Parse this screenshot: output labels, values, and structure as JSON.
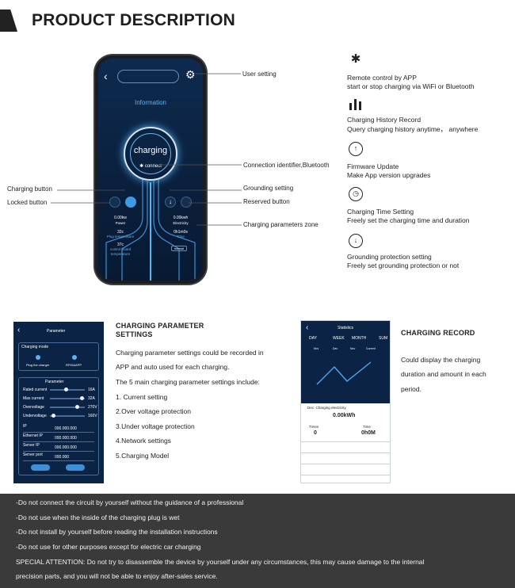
{
  "header": {
    "title": "PRODUCT DESCRIPTION"
  },
  "phone": {
    "screen_title": "Information",
    "center_label": "charging",
    "connect_label": "connect",
    "power_value": "0.00kw",
    "power_label": "Power",
    "electricity_value": "0.00kwh",
    "electricity_label": "Electricity",
    "plug_temp_value": "32c",
    "plug_temp_label": "Plug temperature",
    "time_value": "0h1m0s",
    "time_label": "Time",
    "board_temp_value": "37c",
    "board_temp_label": "control board temperature",
    "badge": "normal"
  },
  "callouts": {
    "user_setting": "User setting",
    "connection_identifier": "Connection identifier,Bluetooth",
    "grounding_setting": "Grounding setting",
    "reserved_button": "Reserved button",
    "charging_params_zone": "Charging parameters zone",
    "charging_button": "Charging button",
    "locked_button": "Locked button"
  },
  "features": [
    {
      "icon": "bluetooth-icon",
      "title": "Remote control by APP",
      "desc": "start or stop charging via WiFi or Bluetooth"
    },
    {
      "icon": "bar-chart-icon",
      "title": "Charging History Record",
      "desc": "Query charging history anytime， anywhere"
    },
    {
      "icon": "arrow-up-circle-icon",
      "title": "Firmware Update",
      "desc": "Make App version upgrades"
    },
    {
      "icon": "timer-icon",
      "title": "Charging Time Setting",
      "desc": "Freely set the charging time and duration"
    },
    {
      "icon": "ground-circle-icon",
      "title": "Grounding protection setting",
      "desc": "Freely set grounding protection or not"
    }
  ],
  "param_screen": {
    "title": "Parameter",
    "mode_label": "Charging mode",
    "mode_option_1": "Plug the charger",
    "mode_option_2": "RFID&APP",
    "section_label": "Parameter",
    "rows": [
      {
        "label": "Rated current",
        "value": "16A",
        "level": 0.5
      },
      {
        "label": "Max current",
        "value": "32A",
        "level": 1.0
      },
      {
        "label": "Overvoltage",
        "value": "270V",
        "level": 0.85
      },
      {
        "label": "Undervoltage",
        "value": "160V",
        "level": 0.1
      }
    ],
    "ip_rows": [
      {
        "label": "IP",
        "value": "000.000.000"
      },
      {
        "label": "Ethernet IP",
        "value": "000.000.000"
      },
      {
        "label": "Server IP",
        "value": "000.000.000"
      },
      {
        "label": "Server port",
        "value": "000.000"
      }
    ]
  },
  "param_text": {
    "heading_1": "CHARGING PARAMETER",
    "heading_2": "SETTINGS",
    "lines": [
      "Charging parameter settings could be recorded in",
      "APP and auto used for each charging.",
      "The 5 main charging parameter settings include:",
      "1. Current setting",
      "2.Over voltage protection",
      "3.Under voltage protection",
      "4.Network settings",
      "5.Charging Model"
    ]
  },
  "stats_screen": {
    "title": "Statistics",
    "tabs": [
      "DAY",
      "WEEK",
      "MONTH",
      "SUM"
    ],
    "sublabels": [
      "Nov",
      "Dec",
      "Nov",
      "Current"
    ],
    "electricity_label": "Dec. Charging electricity",
    "electricity_value": "0.00kWh",
    "times_label": "Times",
    "times_value": "0",
    "time_label": "Time",
    "time_value": "0h0M"
  },
  "record_text": {
    "heading": "CHARGING RECORD",
    "lines": [
      "Could display the charging",
      "duration and amount in each",
      "period."
    ]
  },
  "notices": [
    "-Do not connect the circuit by yourself without the guidance of a professional",
    "-Do not use when the inside of the charging plug is wet",
    "-Do not install by yourself before reading the installation instructions",
    "-Do not use for other purposes except for electric car charging",
    "SPECIAL ATTENTION: Do not try to disassemble the device by yourself under any circumstances, this may cause damage to the internal",
    "precision parts, and you will not be able to enjoy after-sales service."
  ],
  "colors": {
    "screen_bg": "#0b2446",
    "accent": "#5ab4f0",
    "notice_bg": "#3a3a3a"
  }
}
